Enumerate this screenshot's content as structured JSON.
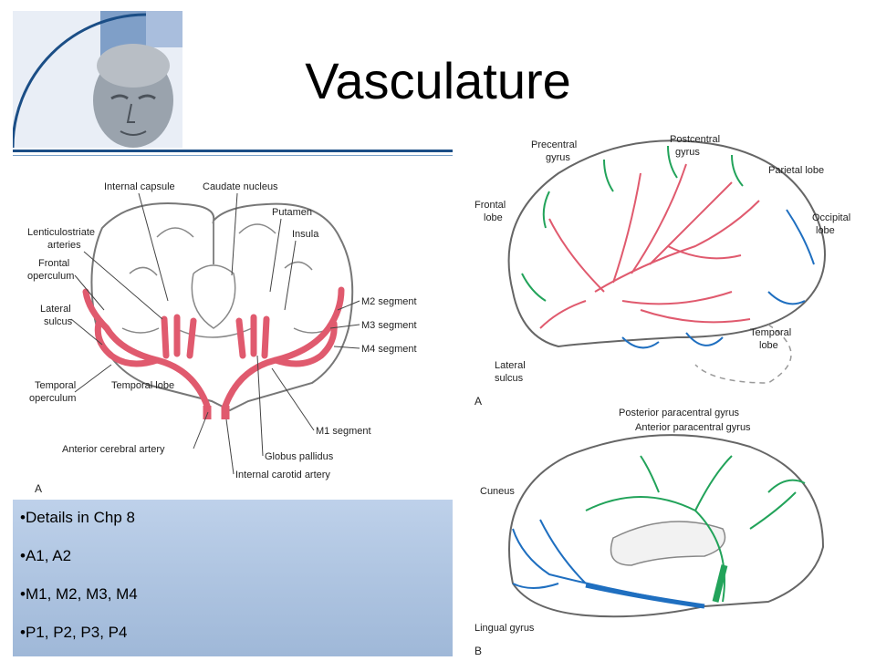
{
  "slide": {
    "title": "Vasculature",
    "bullets": [
      "•Details in Chp 8",
      "•A1, A2",
      "•M1, M2, M3, M4",
      "•P1, P2, P3, P4"
    ]
  },
  "figure_left": {
    "panel_letter": "A",
    "labels": {
      "internal_capsule": "Internal capsule",
      "caudate_nucleus": "Caudate nucleus",
      "putamen": "Putamen",
      "insula": "Insula",
      "lenticulostriate_1": "Lenticulostriate",
      "lenticulostriate_2": "arteries",
      "frontal_operculum_1": "Frontal",
      "frontal_operculum_2": "operculum",
      "lateral_sulcus_1": "Lateral",
      "lateral_sulcus_2": "sulcus",
      "temporal_operculum_1": "Temporal",
      "temporal_operculum_2": "operculum",
      "temporal_lobe": "Temporal lobe",
      "m2_segment": "M2 segment",
      "m3_segment": "M3 segment",
      "m4_segment": "M4 segment",
      "m1_segment": "M1 segment",
      "anterior_cerebral_artery": "Anterior cerebral artery",
      "globus_pallidus": "Globus pallidus",
      "internal_carotid_artery": "Internal carotid artery"
    }
  },
  "figure_right": {
    "panel_a_letter": "A",
    "panel_b_letter": "B",
    "labels": {
      "precentral_1": "Precentral",
      "precentral_2": "gyrus",
      "postcentral_1": "Postcentral",
      "postcentral_2": "gyrus",
      "parietal_lobe": "Parietal lobe",
      "frontal_1": "Frontal",
      "frontal_2": "lobe",
      "occipital_1": "Occipital",
      "occipital_2": "lobe",
      "temporal_1": "Temporal",
      "temporal_2": "lobe",
      "lateral_1": "Lateral",
      "lateral_2": "sulcus",
      "posterior_paracentral": "Posterior paracentral gyrus",
      "anterior_paracentral": "Anterior paracentral gyrus",
      "cuneus": "Cuneus",
      "lingual_gyrus": "Lingual gyrus"
    }
  },
  "colors": {
    "panel_top": "#bed1ea",
    "panel_bottom": "#9fb8d8",
    "mca": "#e05a6e",
    "aca": "#22a35a",
    "pca": "#1f6fc0",
    "rule": "#1b4e86"
  }
}
